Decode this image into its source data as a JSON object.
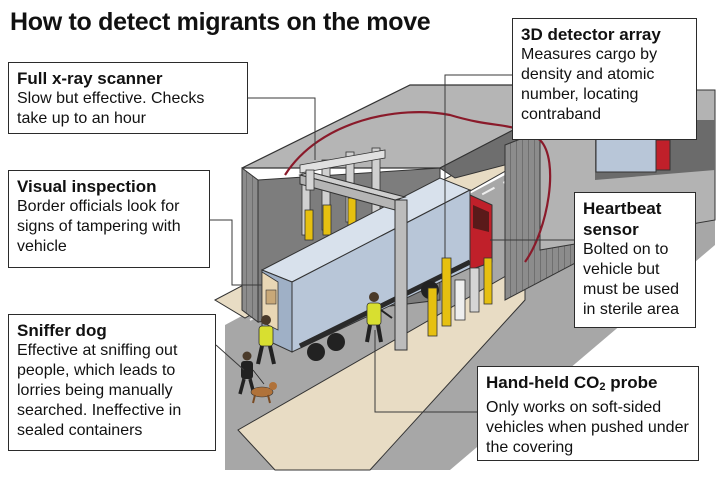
{
  "title": "How to detect migrants on the move",
  "callouts": {
    "xray": {
      "heading": "Full x-ray scanner",
      "body": "Slow but effective. Checks take up to an hour"
    },
    "visual": {
      "heading": "Visual inspection",
      "body": "Border officials look for signs of tampering with vehicle"
    },
    "sniffer": {
      "heading": "Sniffer dog",
      "body": "Effective at sniffing out people, which leads to lorries being manually searched. Ineffective in sealed containers"
    },
    "detector": {
      "heading": "3D detector array",
      "body": "Measures cargo by density and atomic number, locating contraband"
    },
    "heartbeat": {
      "heading": "Heartbeat sensor",
      "body": "Bolted on to vehicle but must be used in sterile area"
    },
    "co2": {
      "heading_prefix": "Hand-held CO",
      "heading_sub": "2",
      "heading_suffix": " probe",
      "body": "Only works on soft-sided vehicles when pushed under the covering"
    }
  },
  "colors": {
    "wall": "#8c8c8c",
    "wall_dark": "#5e5e5e",
    "road": "#a7a7a7",
    "pavement": "#e8dcc4",
    "trailer": "#b8c6d8",
    "cab": "#c0202a",
    "boundary": "#8a1a2a",
    "bollard": "#e6c010",
    "gantry": "#b5b5b5",
    "hiviz": "#d8df30"
  }
}
